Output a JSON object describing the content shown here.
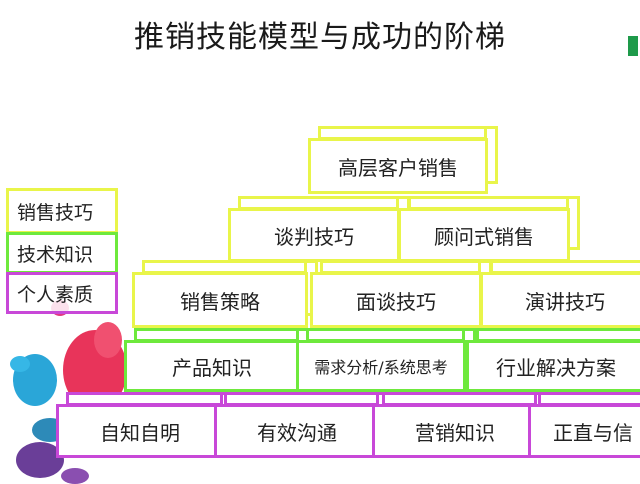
{
  "title": "推销技能模型与成功的阶梯",
  "diagram": {
    "tier1": {
      "label": "高层客户销售"
    },
    "tier2": [
      {
        "label": "谈判技巧"
      },
      {
        "label": "顾问式销售"
      }
    ],
    "tier3": [
      {
        "label": "销售策略"
      },
      {
        "label": "面谈技巧"
      },
      {
        "label": "演讲技巧"
      }
    ],
    "tier4": [
      {
        "label": "产品知识"
      },
      {
        "label": "需求分析/系统思考"
      },
      {
        "label": "行业解决方案"
      }
    ],
    "tier5": [
      {
        "label": "自知自明"
      },
      {
        "label": "有效沟通"
      },
      {
        "label": "营销知识"
      },
      {
        "label": "正直与信"
      }
    ],
    "legend": [
      {
        "label": "销售技巧"
      },
      {
        "label": "技术知识"
      },
      {
        "label": "个人素质"
      }
    ]
  },
  "colors": {
    "sales_skills": "#e9f54a",
    "technical_knowledge": "#6ee93c",
    "personal_quality": "#c848d8"
  }
}
